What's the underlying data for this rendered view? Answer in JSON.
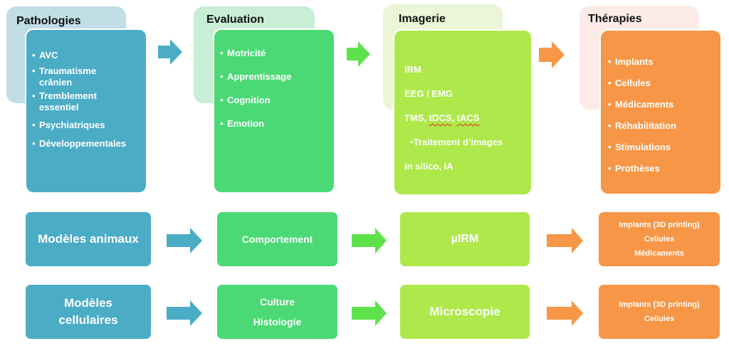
{
  "colors": {
    "blue": "#4bacc6",
    "green": "#4ad974",
    "arrow_green": "#5ee24c",
    "lime": "#aee84a",
    "orange": "#f79646"
  },
  "columns": [
    {
      "title": "Pathologies",
      "items": [
        "AVC",
        "Traumatisme crânien",
        "Tremblement essentiel",
        "Psychiatriques",
        "Développementales"
      ]
    },
    {
      "title": "Evaluation",
      "items": [
        "Motricité",
        "Apprentissage",
        "Cognition",
        "Emotion"
      ]
    },
    {
      "title": "Imagerie",
      "items": [
        "IRM",
        "EEG / EMG",
        "TMS, tDCS, tACS",
        "Traitement d’images",
        "in silico, IA"
      ],
      "tms_parts": [
        "TMS, ",
        "tDCS",
        ", ",
        "tACS"
      ]
    },
    {
      "title": "Thérapies",
      "items": [
        "Implants",
        "Cellules",
        "Médicaments",
        "Réhabilitation",
        "Stimulations",
        "Prothèses"
      ]
    }
  ],
  "bullet": "•",
  "rows": [
    {
      "model": [
        "Modèles animaux"
      ],
      "evaluation": [
        "Comportement"
      ],
      "imagerie": [
        "µIRM"
      ],
      "therapies": [
        "Implants (3D printing)",
        "Cellules",
        "Médicaments"
      ]
    },
    {
      "model": [
        "Modèles",
        "cellulaires"
      ],
      "evaluation": [
        "Culture",
        "Histologie"
      ],
      "imagerie": [
        "Microscopie"
      ],
      "therapies": [
        "Implants (3D printing)",
        "Cellules"
      ]
    }
  ],
  "icons": {
    "arrow": "arrow-right-icon"
  }
}
